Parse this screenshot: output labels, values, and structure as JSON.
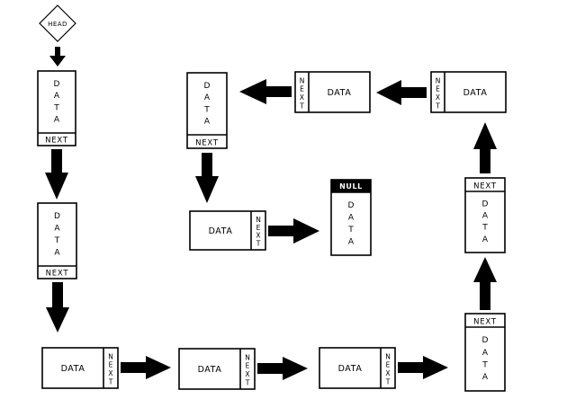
{
  "head": {
    "label": "HEAD"
  },
  "labels": {
    "data": "DATA",
    "next": "NEXT",
    "null": "NULL"
  },
  "letters": {
    "data_vertical": [
      "D",
      "A",
      "T",
      "A"
    ],
    "next_vertical": [
      "N",
      "E",
      "X",
      "T"
    ]
  },
  "nodes": [
    {
      "id": "node-1",
      "orientation": "vertical",
      "pointer_position": "bottom",
      "pointer": "NEXT"
    },
    {
      "id": "node-2",
      "orientation": "vertical",
      "pointer_position": "bottom",
      "pointer": "NEXT"
    },
    {
      "id": "node-3",
      "orientation": "horizontal",
      "pointer_position": "right",
      "pointer": "NEXT"
    },
    {
      "id": "node-4",
      "orientation": "horizontal",
      "pointer_position": "right",
      "pointer": "NEXT"
    },
    {
      "id": "node-5",
      "orientation": "horizontal",
      "pointer_position": "right",
      "pointer": "NEXT"
    },
    {
      "id": "node-6",
      "orientation": "vertical",
      "pointer_position": "top",
      "pointer": "NEXT"
    },
    {
      "id": "node-7",
      "orientation": "vertical",
      "pointer_position": "top",
      "pointer": "NEXT"
    },
    {
      "id": "node-8",
      "orientation": "horizontal",
      "pointer_position": "left",
      "pointer": "NEXT"
    },
    {
      "id": "node-9",
      "orientation": "horizontal",
      "pointer_position": "left",
      "pointer": "NEXT"
    },
    {
      "id": "node-10",
      "orientation": "vertical",
      "pointer_position": "bottom",
      "pointer": "NEXT"
    },
    {
      "id": "node-11",
      "orientation": "horizontal",
      "pointer_position": "right",
      "pointer": "NEXT"
    },
    {
      "id": "node-12",
      "orientation": "vertical",
      "pointer_position": "top",
      "pointer": "NULL"
    }
  ],
  "colors": {
    "stroke": "#000000",
    "fill": "#ffffff",
    "null_cell": "#000000",
    "null_text": "#ffffff"
  }
}
